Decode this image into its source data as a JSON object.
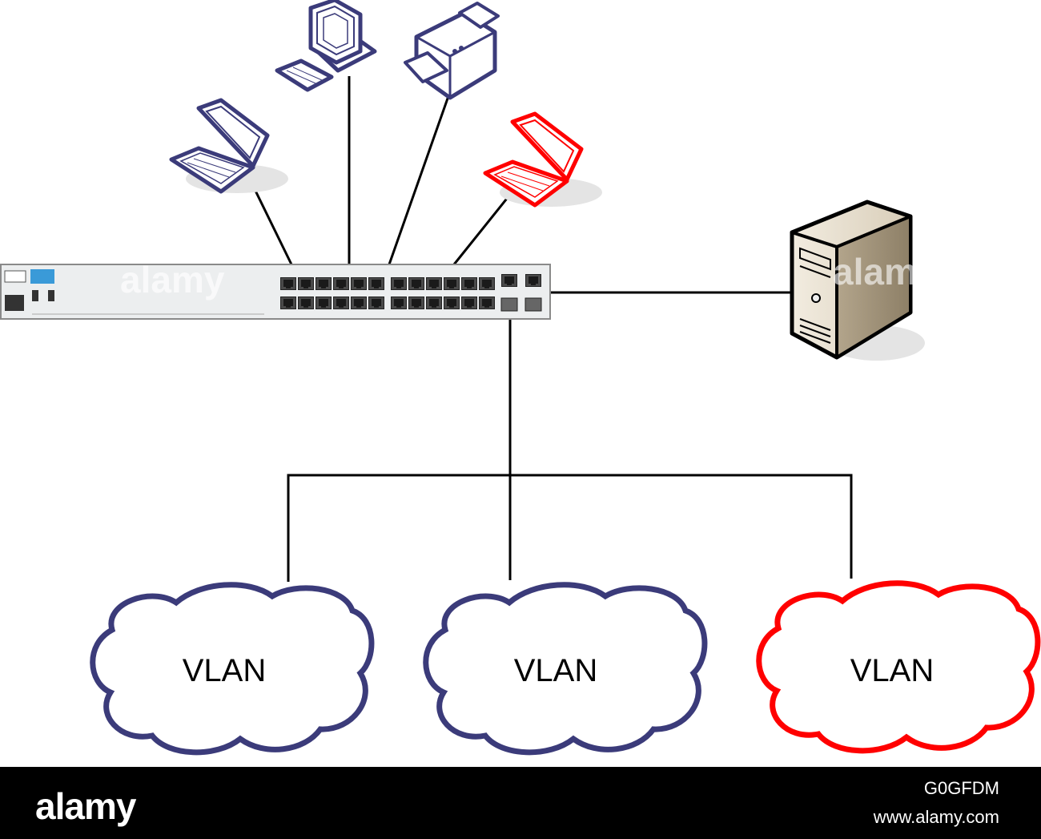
{
  "diagram": {
    "vlans": [
      {
        "label": "VLAN",
        "color": "#3b3b7a"
      },
      {
        "label": "VLAN",
        "color": "#3b3b7a"
      },
      {
        "label": "VLAN",
        "color": "#ff0000"
      }
    ],
    "devices": [
      {
        "name": "laptop",
        "color": "#3b3b7a"
      },
      {
        "name": "desktop-computer",
        "color": "#3b3b7a"
      },
      {
        "name": "printer",
        "color": "#3b3b7a"
      },
      {
        "name": "laptop",
        "color": "#ff0000"
      },
      {
        "name": "server",
        "color": "#000000"
      },
      {
        "name": "network-switch",
        "color": "#000000"
      }
    ],
    "line_color": "#000000"
  },
  "watermark": {
    "brand": "alamy",
    "image_id": "G0GFDM",
    "url": "www.alamy.com"
  }
}
